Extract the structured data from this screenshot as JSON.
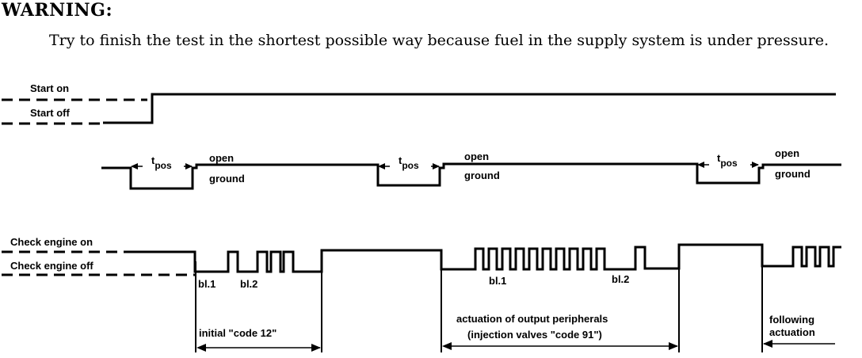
{
  "warning": {
    "title": "WARNING:",
    "text": "Try to finish the test in the shortest possible way because fuel in the supply system is under pressure."
  },
  "start_signal": {
    "on_label": "Start on",
    "off_label": "Start off"
  },
  "position_signal": {
    "pulses": [
      {
        "t_label": "t",
        "t_sub": "pos",
        "open_label": "open",
        "ground_label": "ground"
      },
      {
        "t_label": "t",
        "t_sub": "pos",
        "open_label": "open",
        "ground_label": "ground"
      },
      {
        "t_label": "t",
        "t_sub": "pos",
        "open_label": "open",
        "ground_label": "ground"
      }
    ]
  },
  "check_engine": {
    "on_label": "Check engine on",
    "off_label": "Check engine off",
    "bl1_label": "bl.1",
    "bl2_label": "bl.2",
    "initial_label": "initial \"code 12\"",
    "actuation_line1": "actuation of output peripherals",
    "actuation_line2": "(injection valves \"code 91\")",
    "following_line1": "following",
    "following_line2": "actuation"
  }
}
